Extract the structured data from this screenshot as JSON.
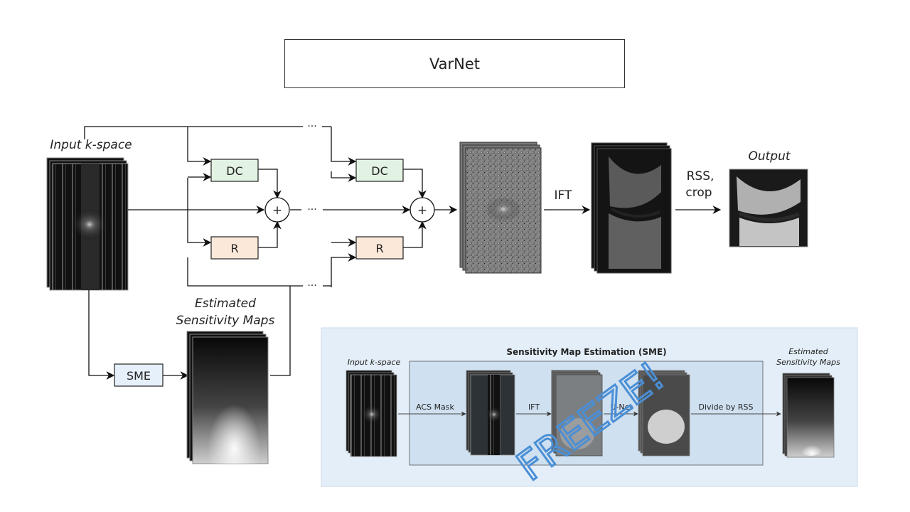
{
  "title": "VarNet",
  "diagram": {
    "input_label": "Input k-space",
    "dc_label": "DC",
    "r_label": "R",
    "plus_label": "+",
    "ellipsis": "···",
    "ift_label": "IFT",
    "rss_line1": "RSS,",
    "rss_line2": "crop",
    "output_label": "Output",
    "est_line1": "Estimated",
    "est_line2": "Sensitivity Maps",
    "sme_label": "SME"
  },
  "inset": {
    "title": "Sensitivity Map Estimation (SME)",
    "input_label": "Input k-space",
    "est_line1": "Estimated",
    "est_line2": "Sensitivity Maps",
    "acs_label": "ACS Mask",
    "ift_label": "IFT",
    "unet_label": "U-Net",
    "divide_label": "Divide by RSS",
    "freeze_text": "FREEZE!",
    "background_color": "#e3eef8",
    "freeze_color": "#4a8fd6"
  },
  "colors": {
    "dc_fill": "#e3f3e3",
    "r_fill": "#fce8d8",
    "sme_fill": "#e6f0fa"
  }
}
